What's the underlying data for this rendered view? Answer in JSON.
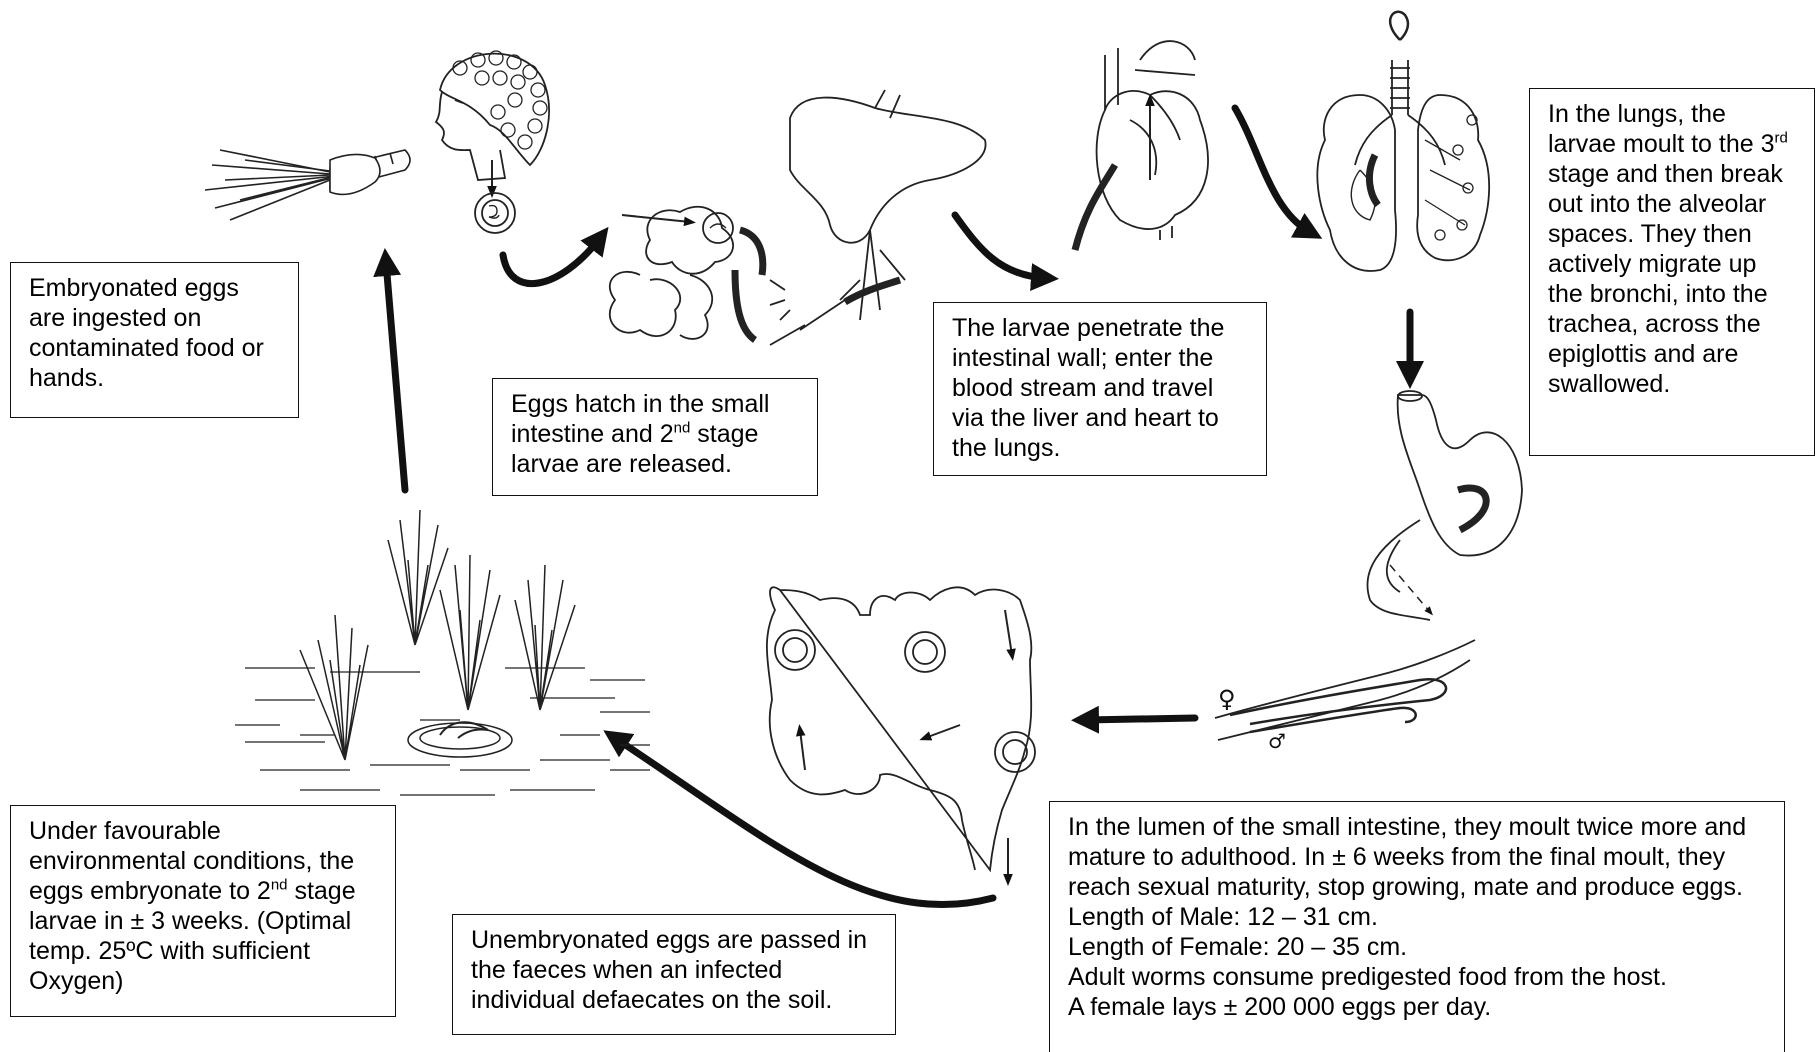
{
  "boxes": {
    "ingested": {
      "text": "Embryonated eggs are ingested on contaminated food or hands."
    },
    "hatch": {
      "part1": "Eggs hatch in the small intestine and 2",
      "sup": "nd",
      "part2": " stage larvae are released."
    },
    "penetrate": {
      "text": "The larvae penetrate the intestinal wall; enter the blood stream and travel via the liver and heart to the lungs."
    },
    "lungs": {
      "part1": "In the lungs, the larvae moult to the 3",
      "sup": "rd",
      "part2": " stage and then break out into the alveolar spaces. They then actively migrate up the bronchi, into the trachea, across the epiglottis and are swallowed."
    },
    "lumen": {
      "lines": [
        "In the lumen of the small intestine, they moult twice more and mature to adulthood. In ± 6 weeks from the final moult, they reach sexual maturity, stop growing, mate and produce eggs.",
        "Length of Male: 12 – 31 cm.",
        "Length of Female: 20 – 35 cm.",
        "Adult worms consume predigested food from the host.",
        "A female lays ± 200 000 eggs per day."
      ]
    },
    "unembryonated": {
      "text": "Unembryonated eggs are passed in the faeces when an infected individual defaecates on the soil."
    },
    "favourable": {
      "part1": "Under favourable environmental conditions, the eggs embryonate to 2",
      "sup": "nd",
      "part2": " stage larvae in ± 3 weeks. (Optimal temp. 25ºC with sufficient Oxygen)"
    }
  },
  "worm_symbols": {
    "female": "♀",
    "male": "♂"
  }
}
